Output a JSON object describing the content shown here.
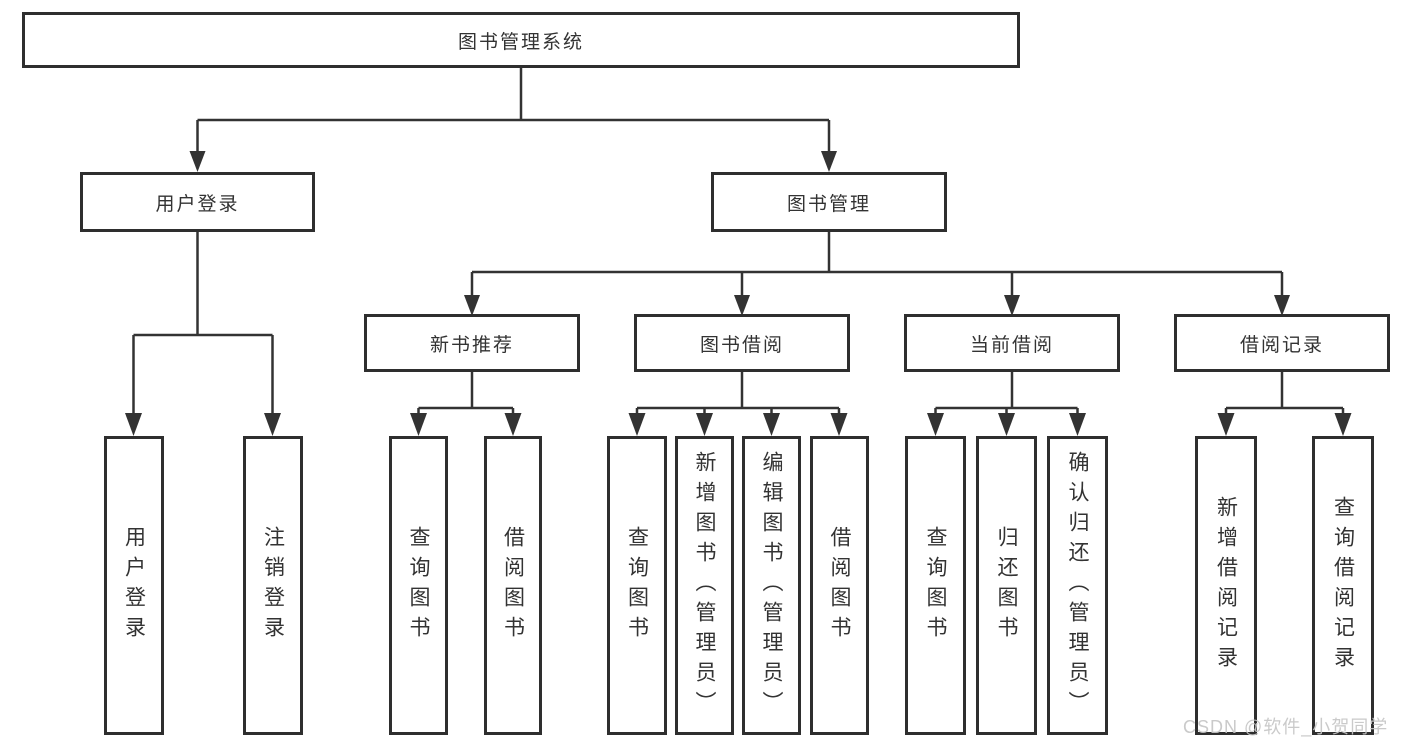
{
  "diagram": {
    "root": {
      "label": "图书管理系统"
    },
    "nodes": [
      {
        "label": "用户登录",
        "children": [
          {
            "label": "用户登录"
          },
          {
            "label": "注销登录"
          }
        ]
      },
      {
        "label": "图书管理",
        "children": [
          {
            "label": "新书推荐",
            "children": [
              {
                "label": "查询图书"
              },
              {
                "label": "借阅图书"
              }
            ]
          },
          {
            "label": "图书借阅",
            "children": [
              {
                "label": "查询图书"
              },
              {
                "label": "新增图书（管理员）"
              },
              {
                "label": "编辑图书（管理员）"
              },
              {
                "label": "借阅图书"
              }
            ]
          },
          {
            "label": "当前借阅",
            "children": [
              {
                "label": "查询图书"
              },
              {
                "label": "归还图书"
              },
              {
                "label": "确认归还（管理员）"
              }
            ]
          },
          {
            "label": "借阅记录",
            "children": [
              {
                "label": "新增借阅记录"
              },
              {
                "label": "查询借阅记录"
              }
            ]
          }
        ]
      }
    ]
  },
  "watermark": {
    "text": "CSDN @软件_小贺同学"
  },
  "colors": {
    "line": "#333333",
    "border": "#2e2e2e",
    "text": "#333333",
    "watermark": "#c6c6c6",
    "background": "#ffffff"
  }
}
